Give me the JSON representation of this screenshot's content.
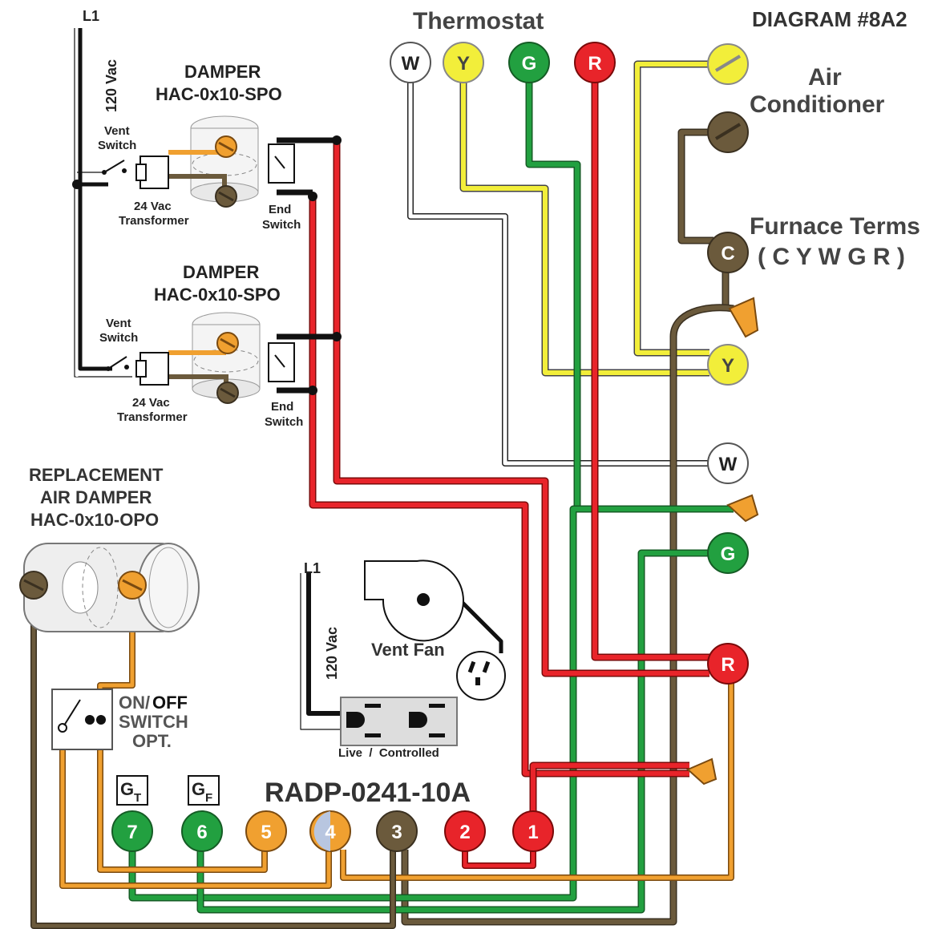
{
  "header": {
    "thermostat_title": "Thermostat",
    "diagram_id": "DIAGRAM #8A2",
    "air_conditioner": "Air\nConditioner",
    "air_conditioner_line1": "Air",
    "air_conditioner_line2": "Conditioner",
    "furnace_terms_line1": "Furnace Terms",
    "furnace_terms_line2": "( C Y W G R )"
  },
  "thermostat_terminals": [
    "W",
    "Y",
    "G",
    "R"
  ],
  "furnace_terminals": [
    "C",
    "Y",
    "W",
    "G",
    "R"
  ],
  "power": {
    "l1_top": "L1",
    "vac_top": "120 Vac",
    "l1_bottom": "L1",
    "vac_bottom": "120 Vac"
  },
  "dampers": [
    {
      "title_line1": "DAMPER",
      "title_line2": "HAC-0x10-SPO",
      "vent_switch_line1": "Vent",
      "vent_switch_line2": "Switch",
      "transformer_line1": "24 Vac",
      "transformer_line2": "Transformer",
      "end_switch_line1": "End",
      "end_switch_line2": "Switch"
    },
    {
      "title_line1": "DAMPER",
      "title_line2": "HAC-0x10-SPO",
      "vent_switch_line1": "Vent",
      "vent_switch_line2": "Switch",
      "transformer_line1": "24 Vac",
      "transformer_line2": "Transformer",
      "end_switch_line1": "End",
      "end_switch_line2": "Switch"
    }
  ],
  "replacement_damper": {
    "line1": "REPLACEMENT",
    "line2": "AIR DAMPER",
    "line3": "HAC-0x10-OPO"
  },
  "switch_opt": {
    "line1a": "ON/",
    "line1b": "OFF",
    "line2": "SWITCH",
    "line3": "OPT."
  },
  "vent_fan": {
    "label": "Vent Fan",
    "outlet_label": "Live  /  Controlled"
  },
  "controller": {
    "model": "RADP-0241-10A",
    "gt_label": "G",
    "gt_sub": "T",
    "gf_label": "G",
    "gf_sub": "F",
    "terminals": [
      "7",
      "6",
      "5",
      "4",
      "3",
      "2",
      "1"
    ]
  },
  "colors": {
    "red": "#e8242a",
    "green": "#22a040",
    "yellow": "#f2ee3a",
    "brown": "#6b5a3c",
    "orange": "#f0a030",
    "black": "#111111",
    "white_wire": "#ffffff"
  }
}
